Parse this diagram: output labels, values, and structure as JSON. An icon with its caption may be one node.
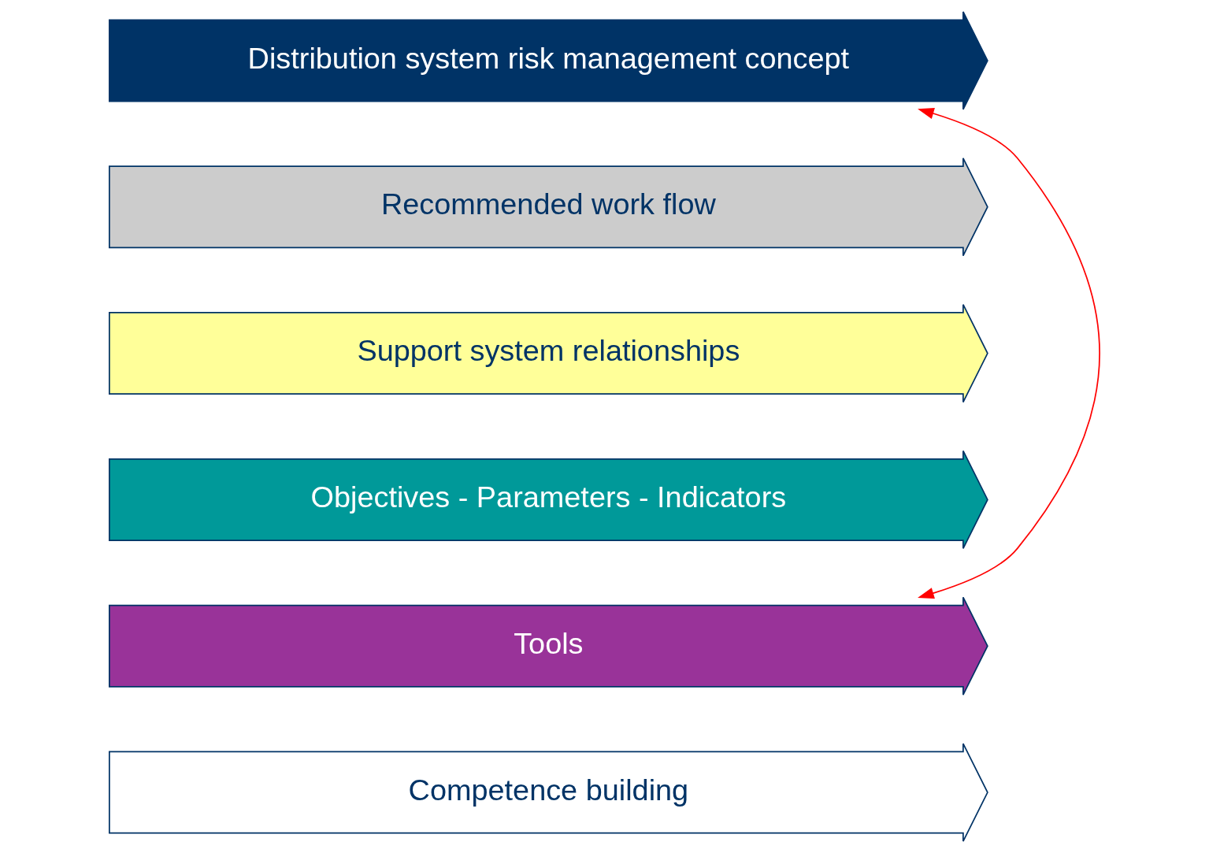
{
  "diagram": {
    "nodes": [
      {
        "text": [
          "Distribution system risk management concept"
        ]
      },
      {
        "text": [
          "Recommended work flow"
        ]
      },
      {
        "text": [
          "Support system relationships"
        ]
      },
      {
        "text": [
          "Objectives - Parameters - Indicators"
        ]
      },
      {
        "text": [
          "Tools"
        ]
      },
      {
        "text": [
          "Competence building"
        ]
      }
    ],
    "edges": [
      {
        "from": 0,
        "to": 4,
        "arrow": "both",
        "color": "#ff0000"
      }
    ]
  }
}
